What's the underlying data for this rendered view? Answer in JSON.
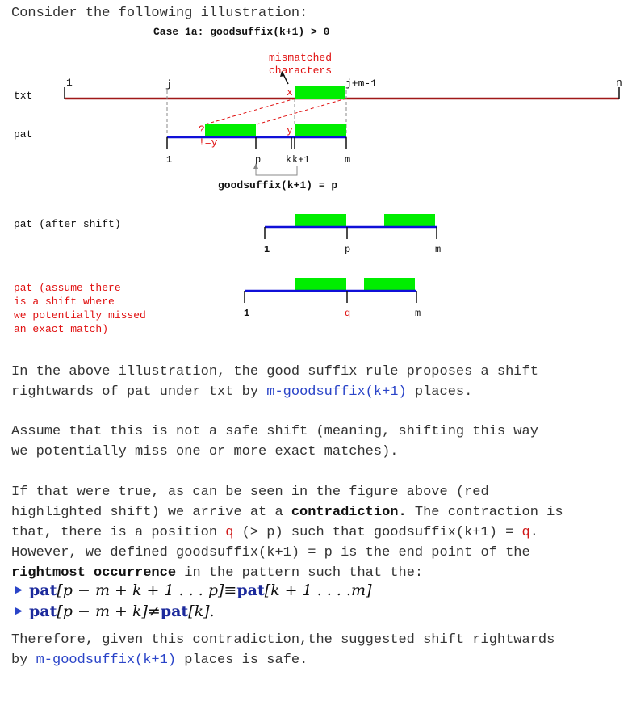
{
  "intro": "Consider the following illustration:",
  "figure": {
    "title": "Case 1a: goodsuffix(k+1) > 0",
    "mismatch_note": [
      "mismatched",
      "characters"
    ],
    "txt_label": "txt",
    "pat_label": "pat",
    "pat_after_label": "pat (after shift)",
    "pat_assume_label": [
      "pat (assume there",
      "is a shift where",
      "we potentially missed",
      "an exact match)"
    ],
    "txt_marks": {
      "one": "1",
      "j": "j",
      "jm1": "j+m-1",
      "n": "n",
      "x": "x"
    },
    "pat_marks": {
      "q_mark": "?",
      "neq_y": "!=y",
      "y": "y",
      "one": "1",
      "p": "p",
      "k": "k",
      "k1": "k+1",
      "m": "m"
    },
    "goodsuffix_label": "goodsuffix(k+1) = p",
    "after_marks": {
      "one": "1",
      "p": "p",
      "m": "m"
    },
    "assume_marks": {
      "one": "1",
      "q": "q",
      "m": "m"
    },
    "colors": {
      "txt_line": "#a01818",
      "pat_line": "#1010d8",
      "block": "#00ee00",
      "red_text": "#e01010",
      "dashed": "#e01010"
    }
  },
  "para1": {
    "before": "In the above illustration, the good suffix rule proposes a shift\nrightwards of pat under txt by ",
    "code": "m-goodsuffix(k+1)",
    "after": " places."
  },
  "para2": "Assume that this is not a safe shift (meaning, shifting this way\nwe potentially miss one or more exact matches).",
  "para3": {
    "t1": "If that were true, as can be seen in the figure above (red\nhighlighted shift) we arrive at a ",
    "bold1": "contradiction.",
    "t2": " The contraction is\nthat, there is a position ",
    "q1": "q",
    "t3": " (> p) such that goodsuffix(k+1) = ",
    "q2": "q",
    "t4": ".\nHowever, we defined goodsuffix(k+1) = p is the end point of the\n",
    "bold2": "rightmost occurrence",
    "t5": " in the pattern such that the:"
  },
  "bullets": {
    "b1": {
      "pat1": "pat",
      "range1": "[p − m + k + 1 . . . p]",
      "eq": " ≡ ",
      "pat2": "pat",
      "range2": "[k + 1 . . . .m]"
    },
    "b2": {
      "pat1": "pat",
      "range1": "[p − m + k]",
      "neq": " ≠ ",
      "pat2": "pat",
      "range2": "[k]",
      "end": "."
    }
  },
  "para4": {
    "before": "Therefore, given this contradiction,the suggested shift rightwards\nby ",
    "code": "m-goodsuffix(k+1)",
    "after": " places is safe."
  }
}
